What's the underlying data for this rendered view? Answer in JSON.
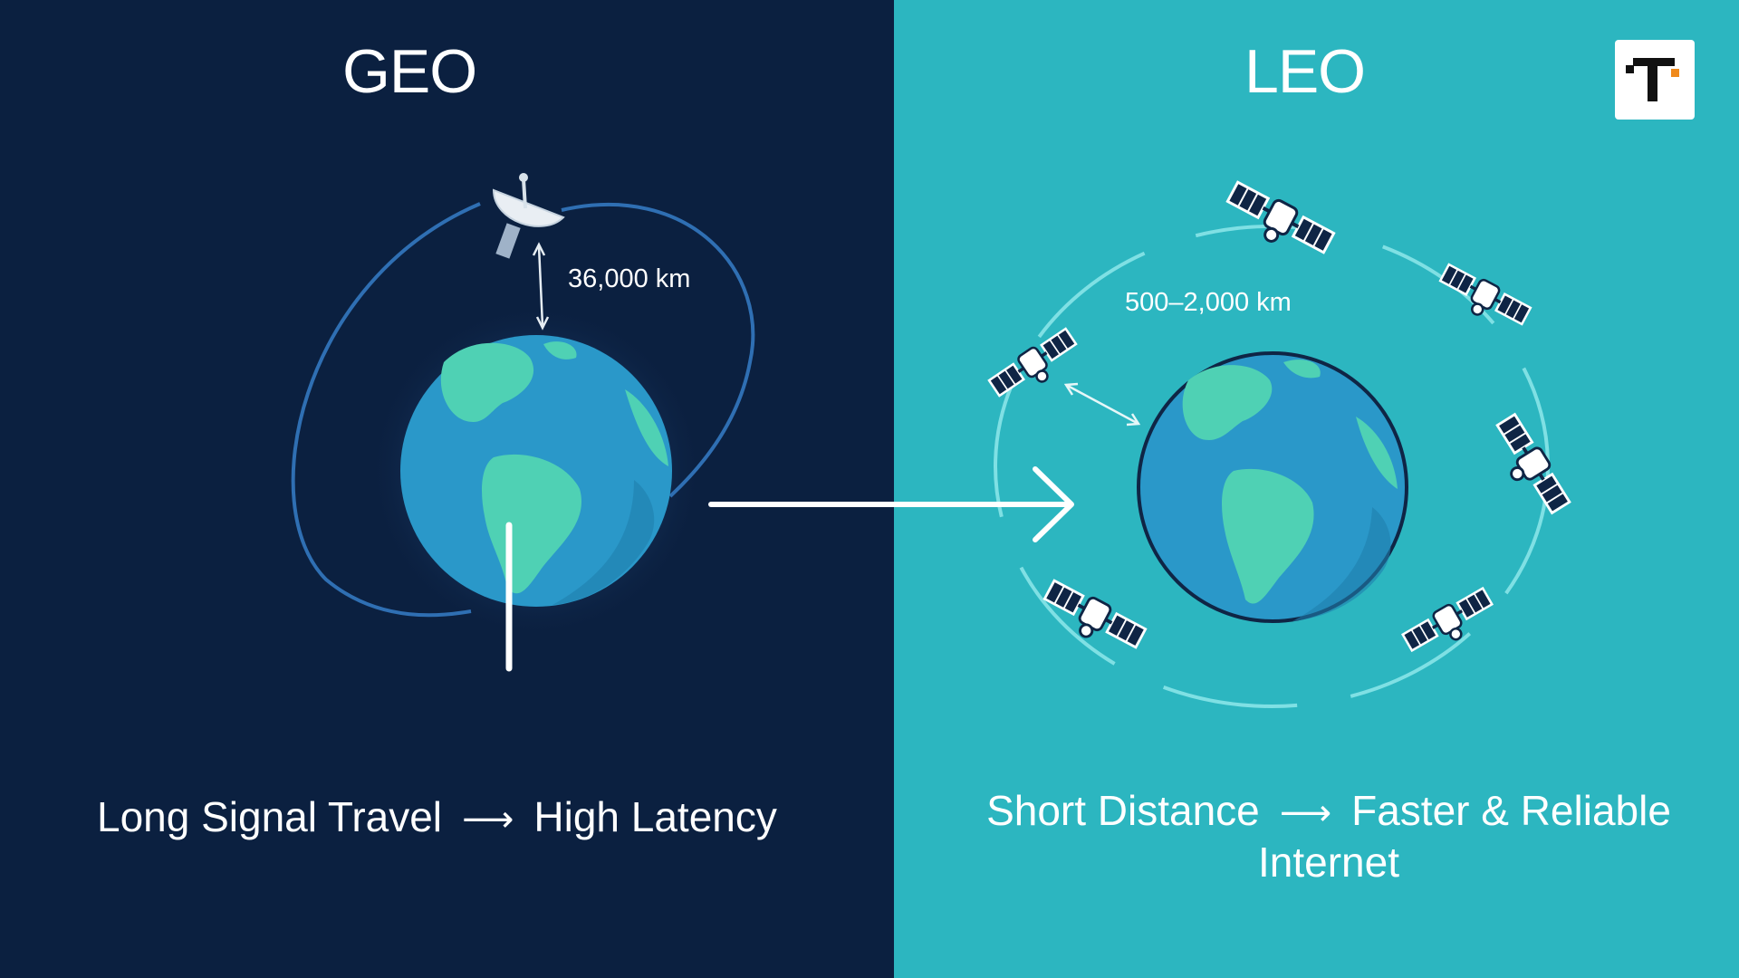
{
  "geo": {
    "title": "GEO",
    "distance": "36,000 km",
    "caption": {
      "left": "Long Signal Travel",
      "arrow": "⟶",
      "right": "High Latency"
    }
  },
  "leo": {
    "title": "LEO",
    "distance": "500–2,000 km",
    "caption": {
      "left": "Short Distance",
      "arrow": "⟶",
      "right": "Faster & Reliable Internet"
    }
  },
  "colors": {
    "geo_background": "#0b2040",
    "leo_background": "#2cb6c0",
    "ocean": "#2a98c9",
    "land": "#4fd1b4",
    "orbit_geo": "#2f6fb3",
    "orbit_leo": "#7fe0e4"
  },
  "icons": [
    "satellite-dish-icon",
    "satellite-icon",
    "earth-globe-icon",
    "brand-logo-icon"
  ]
}
